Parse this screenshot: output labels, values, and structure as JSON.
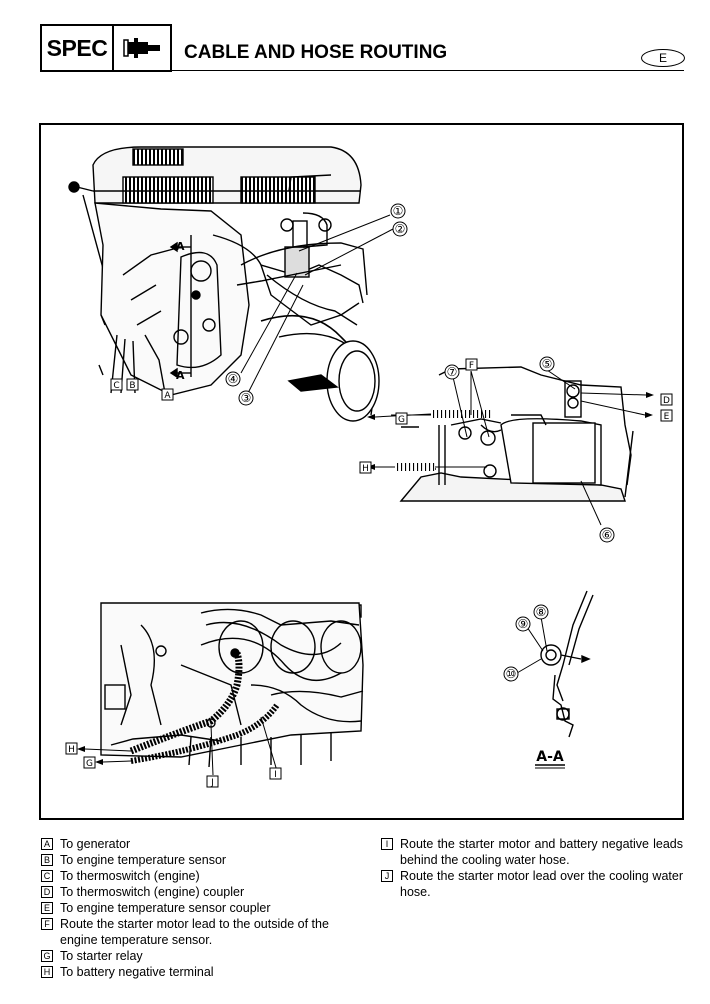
{
  "header": {
    "spec_label": "SPEC",
    "title": "CABLE AND HOSE ROUTING",
    "language_badge": "E"
  },
  "figure": {
    "callouts": [
      "①",
      "②",
      "③",
      "④",
      "⑤",
      "⑥",
      "⑦",
      "⑧",
      "⑨",
      "⑩"
    ],
    "letters": {
      "A": "A",
      "B": "B",
      "C": "C",
      "D": "D",
      "E": "E",
      "F": "F",
      "G": "G",
      "H": "H",
      "I": "I",
      "J": "J"
    },
    "section_mark": "A",
    "section_caption": "A-A"
  },
  "legend_left": [
    {
      "letter": "A",
      "text": "To generator"
    },
    {
      "letter": "B",
      "text": "To engine temperature sensor"
    },
    {
      "letter": "C",
      "text": "To thermoswitch (engine)"
    },
    {
      "letter": "D",
      "text": "To thermoswitch (engine) coupler"
    },
    {
      "letter": "E",
      "text": "To engine temperature sensor coupler"
    },
    {
      "letter": "F",
      "text": "Route the starter motor lead to the outside of the engine temperature sensor."
    },
    {
      "letter": "G",
      "text": "To starter relay"
    },
    {
      "letter": "H",
      "text": "To battery negative terminal"
    }
  ],
  "legend_right": [
    {
      "letter": "I",
      "text": "Route the starter motor and battery negative leads behind the cooling water hose."
    },
    {
      "letter": "J",
      "text": "Route the starter motor lead over the cooling water hose."
    }
  ]
}
